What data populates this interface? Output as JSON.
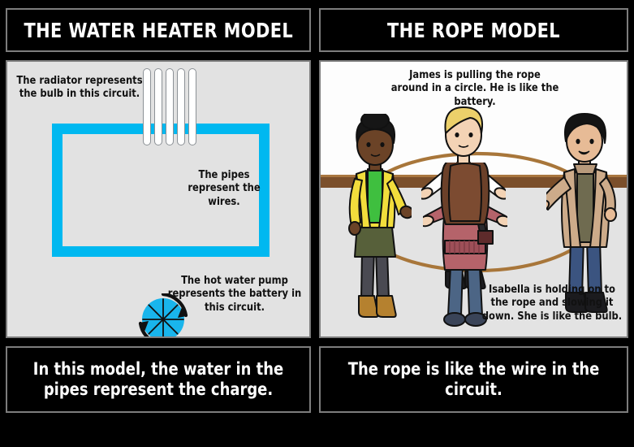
{
  "storyboard": {
    "background_color": "#000000",
    "frame_border_color": "#7d7d7d",
    "accent_cyan": "#00b8f0",
    "rope_color": "#a8763a"
  },
  "cells": [
    {
      "id": "water-heater",
      "title": "THE WATER HEATER MODEL",
      "scene_background": "#e2e2e2",
      "annotations": [
        {
          "id": "radiator",
          "text": "The radiator represents the bulb in this circuit."
        },
        {
          "id": "pipes",
          "text": "The pipes represent the wires."
        },
        {
          "id": "pump",
          "text": "The hot water pump represents the battery in this circuit."
        }
      ],
      "objects": [
        {
          "name": "pipe-loop",
          "label": "pipes",
          "color": "#00b8f0"
        },
        {
          "name": "radiator",
          "label": "radiator",
          "fins": 5,
          "color": "#ffffff"
        },
        {
          "name": "pump-wheel",
          "label": "hot water pump",
          "spokes": 8,
          "color": "#19b5ec"
        }
      ],
      "caption": "In this model, the water in the pipes represent the charge."
    },
    {
      "id": "rope-model",
      "title": "THE ROPE MODEL",
      "scene_background": "#f4f4f4",
      "annotations": [
        {
          "id": "james",
          "text": "James is pulling the rope around in a circle. He is like the battery."
        },
        {
          "id": "isabella",
          "text": "Isabella is holding on to the rope and slowing it down. She is like the bulb."
        }
      ],
      "characters": [
        {
          "name": "girl-yellow-jacket",
          "hair": "#1a1a1a",
          "skin": "#6b4327",
          "top": "#f2dd3c",
          "shirt": "#3fbf3f",
          "bottom": "#4a4a52",
          "shoes": "#b5812f"
        },
        {
          "name": "james-blond-boy",
          "hair": "#ecd06a",
          "skin": "#f3d3b5",
          "top": "#7fc9c4",
          "shirt": "#ffffff",
          "bottom": "#2b2b30",
          "shoes": "#1d1d20"
        },
        {
          "name": "isabella-back-view",
          "hair": "#6b4029",
          "skin": "#f3d3b5",
          "top": "#b5636a",
          "bottom": "#4c6585",
          "shoes": "#3a4458"
        },
        {
          "name": "boy-tan-coat",
          "hair": "#141414",
          "skin": "#e7bb96",
          "top": "#cdab8a",
          "shirt": "#6f6b50",
          "bottom": "#3b5480",
          "shoes": "#1b1b1e"
        }
      ],
      "objects": [
        {
          "name": "rope-loop",
          "label": "rope",
          "color": "#a8763a"
        },
        {
          "name": "wall-rail",
          "label": "wainscot rail",
          "color": "#7b4f2b"
        }
      ],
      "caption": "The rope is like the wire in the circuit."
    }
  ]
}
